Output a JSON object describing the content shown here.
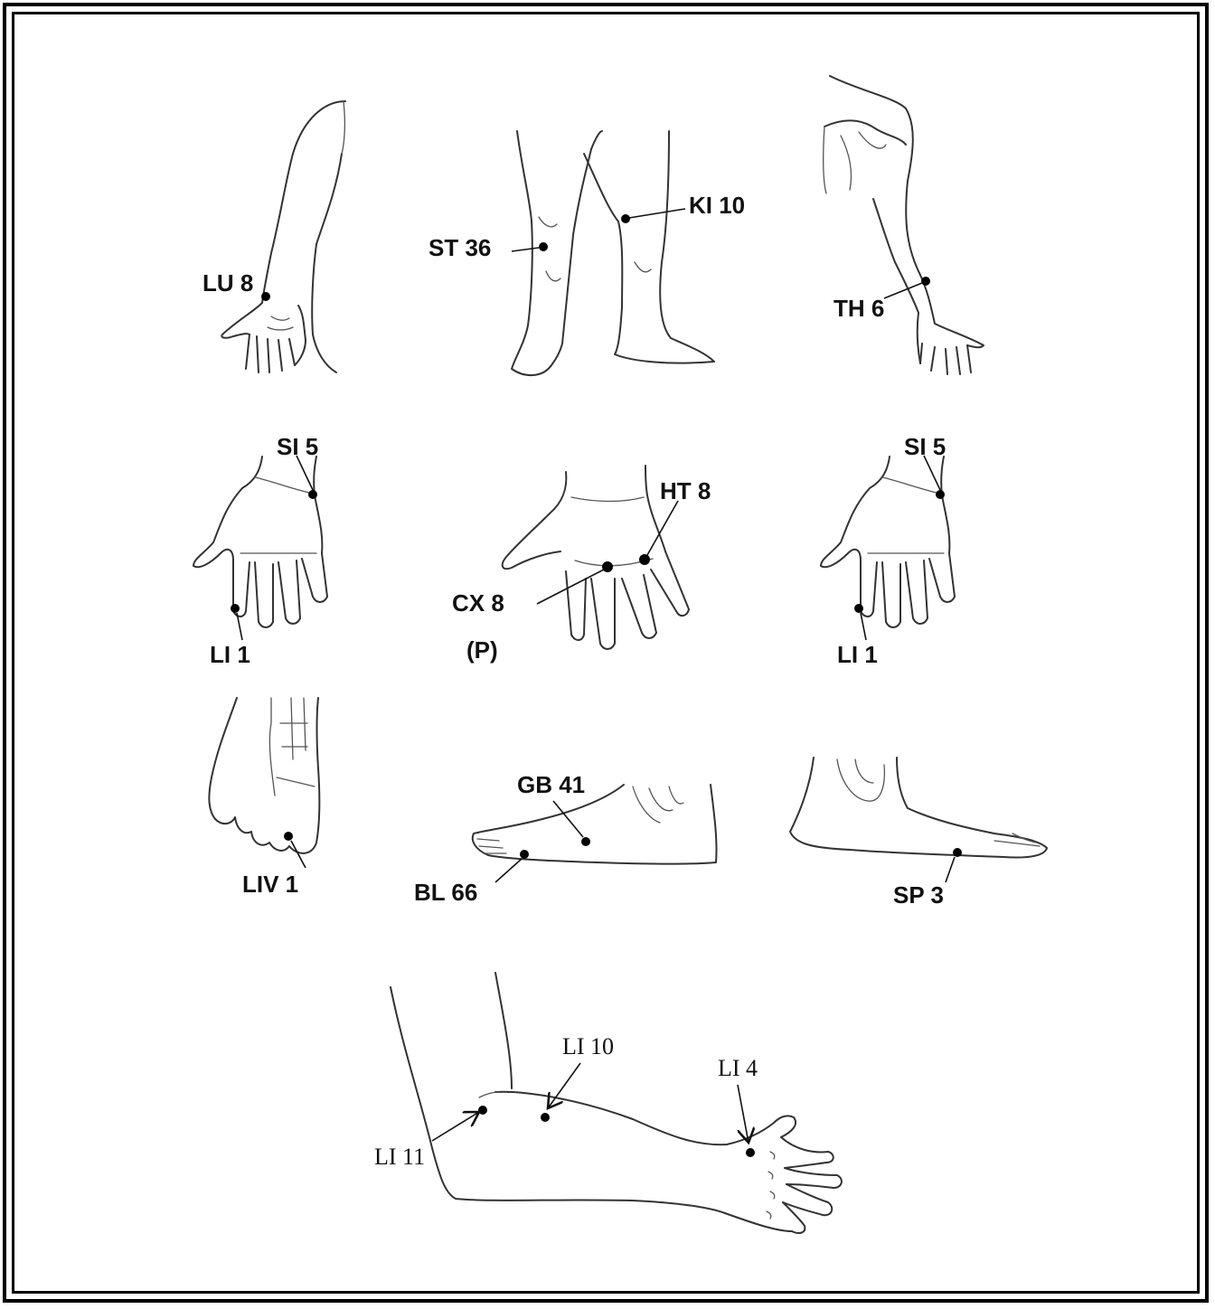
{
  "points": {
    "lu8": "LU 8",
    "st36": "ST 36",
    "ki10": "KI 10",
    "th6": "TH 6",
    "si5_left": "SI 5",
    "li1_left": "LI 1",
    "ht8": "HT 8",
    "cx8": "CX 8",
    "p_note": "(P)",
    "si5_right": "SI 5",
    "li1_right": "LI 1",
    "liv1": "LIV 1",
    "gb41": "GB 41",
    "bl66": "BL 66",
    "sp3": "SP 3",
    "li10": "LI 10",
    "li4": "LI 4",
    "li11": "LI 11"
  }
}
